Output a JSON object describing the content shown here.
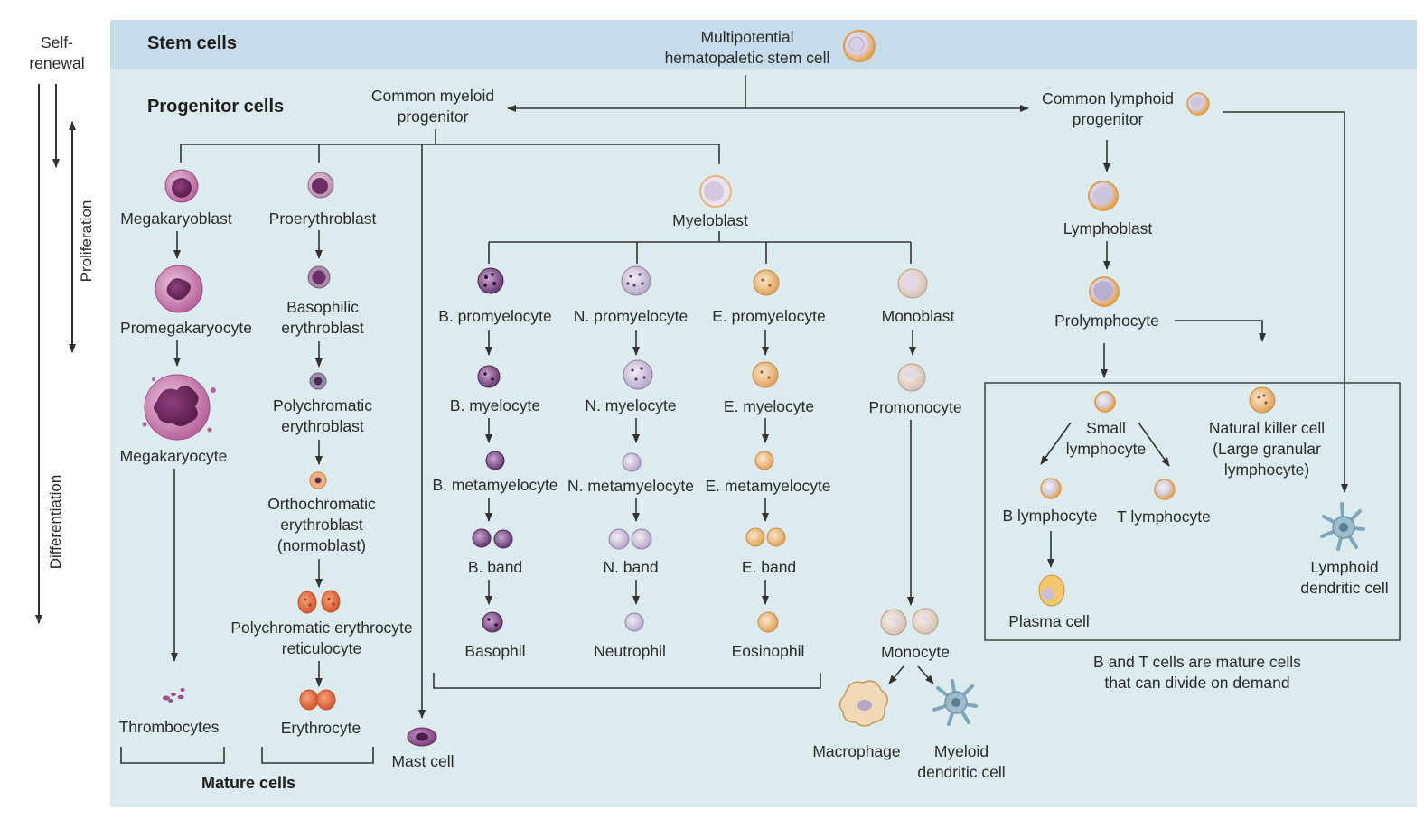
{
  "bands": {
    "stem": "Stem cells",
    "progenitor": "Progenitor cells",
    "mature": "Mature cells"
  },
  "side": {
    "self_renewal": "Self-\nrenewal",
    "proliferation": "Proliferation",
    "differentiation": "Differentiation"
  },
  "cells": {
    "hsc": "Multipotential\nhematopaletic stem cell",
    "cmp": "Common myeloid\nprogenitor",
    "clp": "Common lymphoid\nprogenitor",
    "megakaryoblast": "Megakaryoblast",
    "promegakaryocyte": "Promegakaryocyte",
    "megakaryocyte": "Megakaryocyte",
    "thrombocytes": "Thrombocytes",
    "proerythroblast": "Proerythroblast",
    "basophilic_erythroblast": "Basophilic\nerythroblast",
    "polychromatic_erythroblast": "Polychromatic\nerythroblast",
    "orthochromatic_erythroblast": "Orthochromatic\nerythroblast\n(normoblast)",
    "polychromatic_erythrocyte": "Polychromatic erythrocyte\nreticulocyte",
    "erythrocyte": "Erythrocyte",
    "mast_cell": "Mast cell",
    "myeloblast": "Myeloblast",
    "b_promyelocyte": "B. promyelocyte",
    "n_promyelocyte": "N. promyelocyte",
    "e_promyelocyte": "E. promyelocyte",
    "monoblast": "Monoblast",
    "b_myelocyte": "B. myelocyte",
    "n_myelocyte": "N. myelocyte",
    "e_myelocyte": "E. myelocyte",
    "promonocyte": "Promonocyte",
    "b_metamyelocyte": "B. metamyelocyte",
    "n_metamyelocyte": "N. metamyelocyte",
    "e_metamyelocyte": "E. metamyelocyte",
    "b_band": "B. band",
    "n_band": "N. band",
    "e_band": "E. band",
    "basophil": "Basophil",
    "neutrophil": "Neutrophil",
    "eosinophil": "Eosinophil",
    "monocyte": "Monocyte",
    "macrophage": "Macrophage",
    "myeloid_dendritic": "Myeloid\ndendritic cell",
    "lymphoblast": "Lymphoblast",
    "prolymphocyte": "Prolymphocyte",
    "small_lymphocyte": "Small\nlymphocyte",
    "nk_cell": "Natural killer cell\n(Large granular\nlymphocyte)",
    "b_lymphocyte": "B lymphocyte",
    "t_lymphocyte": "T lymphocyte",
    "plasma_cell": "Plasma cell",
    "lymphoid_dendritic": "Lymphoid\ndendritic cell"
  },
  "note": "B and T cells are mature cells\nthat can divide on demand",
  "colors": {
    "background": "#dcebee",
    "stem_band": "#c6dceb",
    "lines": "#333333",
    "megakaryocyte_lineage": "#b9659d",
    "erythroid_lineage": "#d9683b",
    "basophil_lineage": "#6a3a74",
    "neutrophil_lineage": "#b8a8c9",
    "eosinophil_lineage": "#e0a35a",
    "monocyte_lineage": "#d6c2b4",
    "lymphoid_lineage": "#e8a34a",
    "dendritic": "#7fa6ba"
  }
}
